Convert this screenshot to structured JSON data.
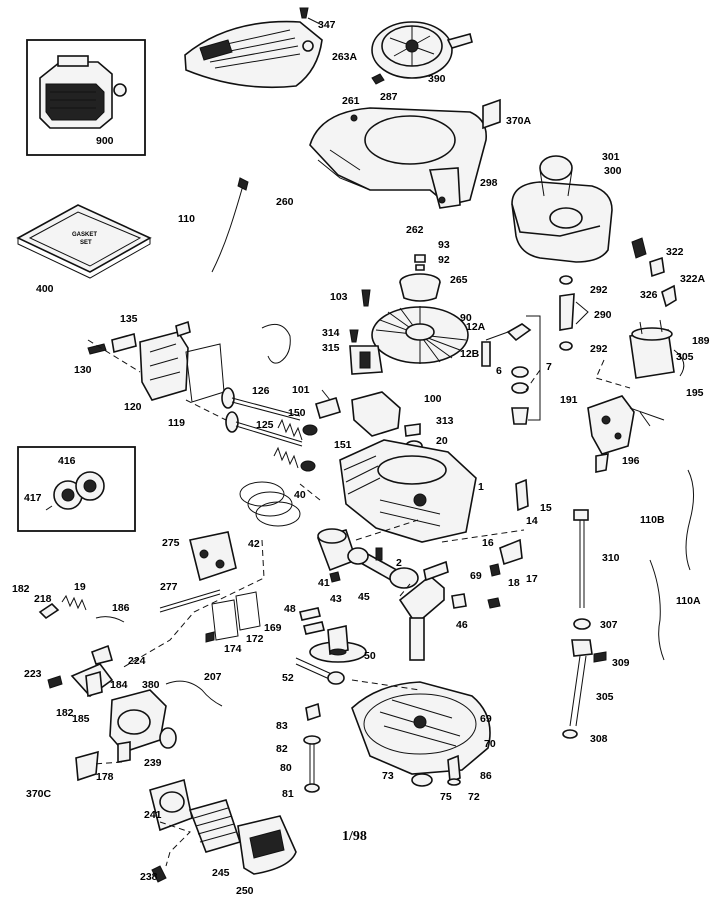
{
  "diagram": {
    "revision": "1/98",
    "gasket_set_text": [
      "GASKET",
      "SET"
    ],
    "labels": [
      "347",
      "263A",
      "390",
      "287",
      "261",
      "370A",
      "900",
      "301",
      "300",
      "298",
      "260",
      "110",
      "262",
      "93",
      "92",
      "400",
      "322",
      "322A",
      "265",
      "326",
      "103",
      "292",
      "290",
      "90",
      "12A",
      "314",
      "315",
      "12B",
      "7",
      "6",
      "292",
      "189",
      "305",
      "130",
      "135",
      "120",
      "119",
      "101",
      "100",
      "126",
      "150",
      "313",
      "20",
      "191",
      "195",
      "196",
      "125",
      "151",
      "416",
      "417",
      "40",
      "1",
      "15",
      "14",
      "110B",
      "42",
      "275",
      "16",
      "17",
      "18",
      "2",
      "310",
      "41",
      "69",
      "43",
      "45",
      "46",
      "110A",
      "182",
      "218",
      "19",
      "186",
      "48",
      "277",
      "307",
      "172",
      "169",
      "309",
      "174",
      "50",
      "224",
      "52",
      "207",
      "223",
      "184",
      "380",
      "305",
      "182",
      "185",
      "69",
      "83",
      "70",
      "308",
      "239",
      "82",
      "178",
      "370C",
      "80",
      "73",
      "86",
      "75",
      "72",
      "81",
      "241",
      "245",
      "250",
      "238"
    ]
  }
}
